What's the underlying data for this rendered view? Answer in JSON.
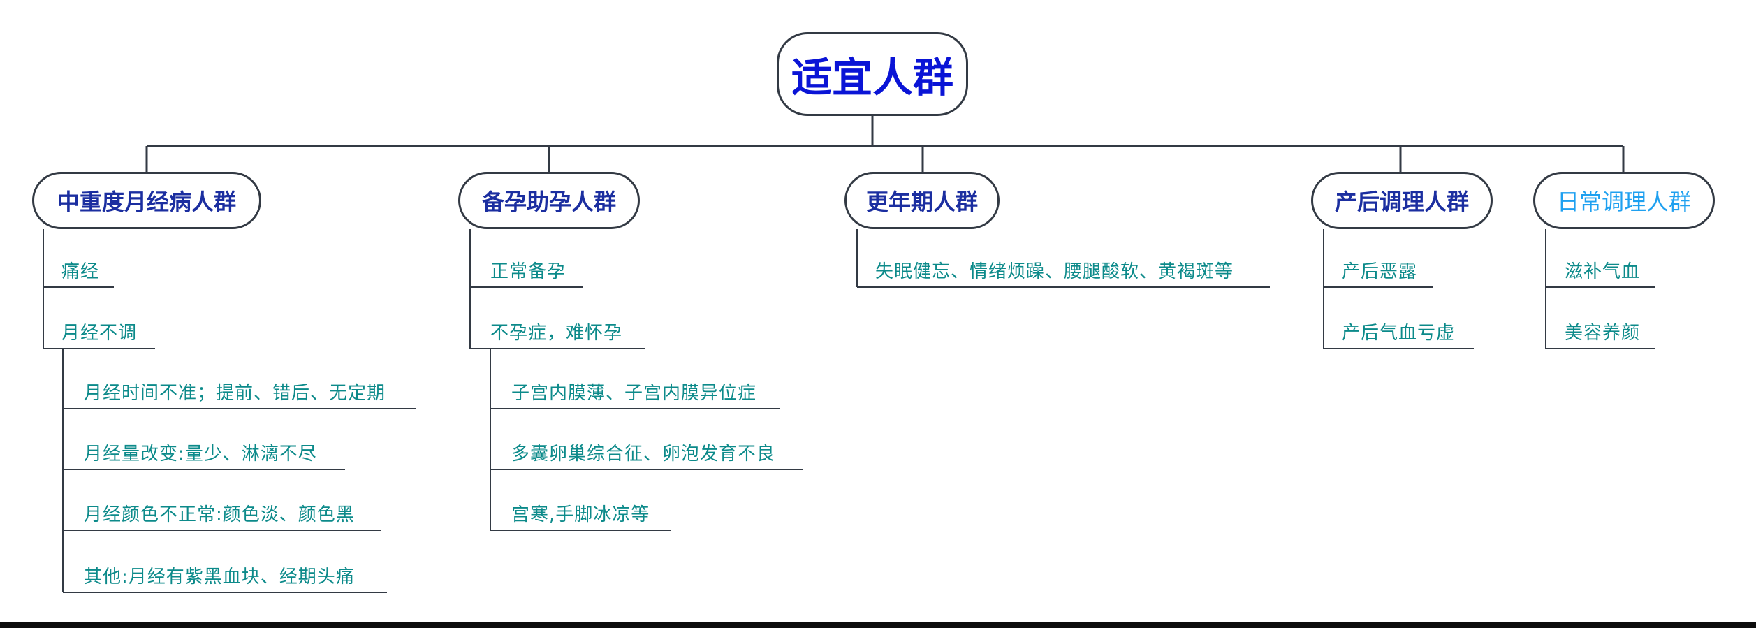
{
  "root": "适宜人群",
  "categories": [
    {
      "label": "中重度月经病人群",
      "items": [
        "痛经",
        "月经不调"
      ],
      "subitems": [
        "月经时间不准；提前、错后、无定期",
        "月经量改变:量少、淋漓不尽",
        "月经颜色不正常:颜色淡、颜色黑",
        "其他:月经有紫黑血块、经期头痛"
      ]
    },
    {
      "label": "备孕助孕人群",
      "items": [
        "正常备孕",
        "不孕症，难怀孕"
      ],
      "subitems": [
        "子宫内膜薄、子宫内膜异位症",
        "多囊卵巢综合征、卵泡发育不良",
        "宫寒,手脚冰凉等"
      ]
    },
    {
      "label": "更年期人群",
      "items": [
        "失眠健忘、情绪烦躁、腰腿酸软、黄褐斑等"
      ]
    },
    {
      "label": "产后调理人群",
      "items": [
        "产后恶露",
        "产后气血亏虚"
      ]
    },
    {
      "label": "日常调理人群",
      "items": [
        "滋补气血",
        "美容养颜"
      ]
    }
  ],
  "colors": {
    "root_text": "#0a14d6",
    "category_text": "#1b2ea0",
    "category_text_light": "#1ea0f0",
    "item_text": "#0c8a8a",
    "lines": "#333a44"
  }
}
